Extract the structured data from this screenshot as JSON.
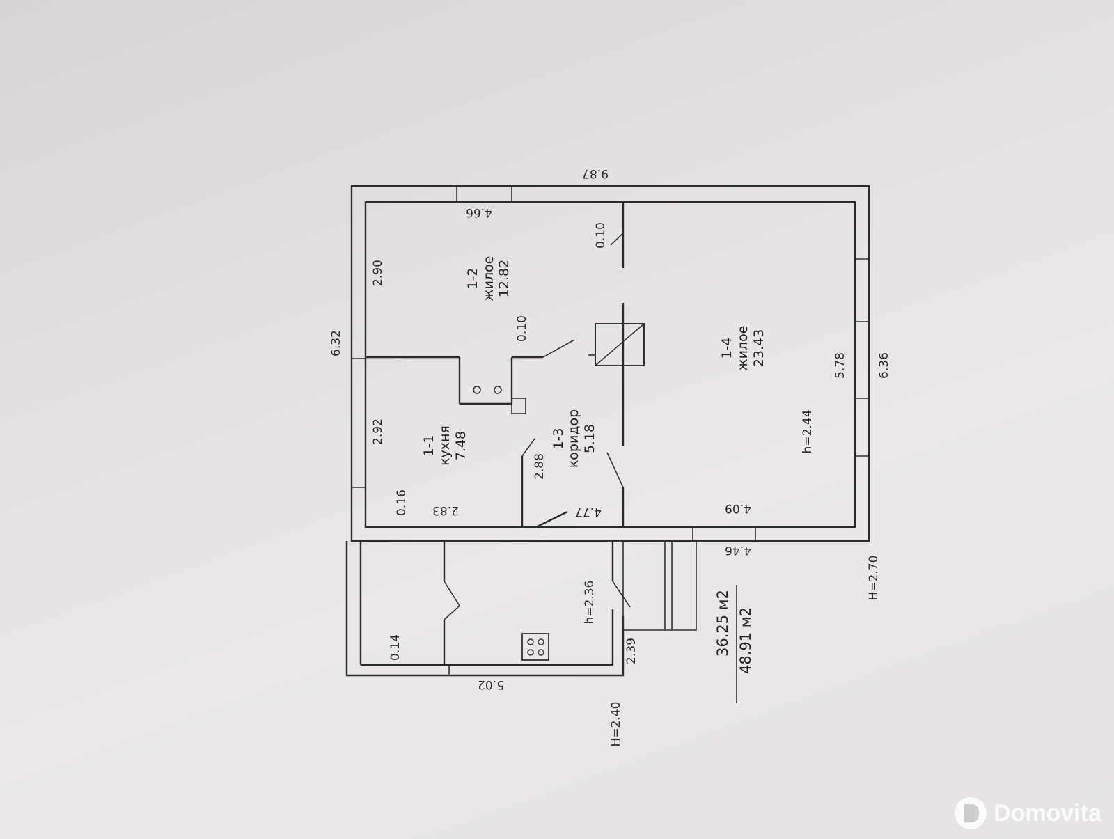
{
  "plan": {
    "overall_top_width": "9.87",
    "overall_left_height": "6.32",
    "overall_right_height": "6.36",
    "room_1_2": {
      "id": "1-2",
      "name": "жилое",
      "area": "12.82"
    },
    "room_1_1": {
      "id": "1-1",
      "name": "кухня",
      "area": "7.48"
    },
    "room_1_3": {
      "id": "1-3",
      "name": "коридор",
      "area": "5.18"
    },
    "room_1_4": {
      "id": "1-4",
      "name": "жилое",
      "area": "23.43"
    },
    "dims": {
      "d466": "4.66",
      "d010_a": "0.10",
      "d290": "2.90",
      "d010_b": "0.10",
      "d292": "2.92",
      "d016": "0.16",
      "d283": "2.83",
      "d288": "2.88",
      "d477": "4.77",
      "d409": "4.09",
      "d446": "4.46",
      "d578": "5.78",
      "d014": "0.14",
      "d502": "5.02",
      "d239": "2.39"
    },
    "heights": {
      "h_main": "h=2.44",
      "h_annex": "h=2.36",
      "H_right": "H=2.70",
      "H_left": "H=2.40"
    },
    "totals": {
      "living": "36.25 м2",
      "total": "48.91 м2"
    }
  },
  "watermark": {
    "text": "Domovita"
  }
}
